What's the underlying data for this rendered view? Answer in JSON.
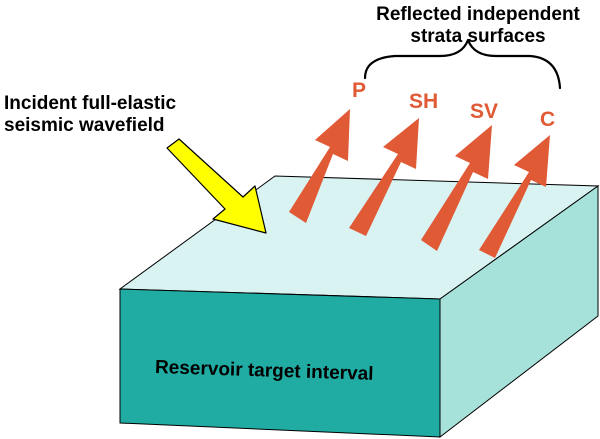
{
  "incident": {
    "line1": "Incident full-elastic",
    "line2": "seismic wavefield"
  },
  "reflected": {
    "line1": "Reflected independent",
    "line2": "strata surfaces"
  },
  "waves": [
    {
      "label": "P"
    },
    {
      "label": "SH"
    },
    {
      "label": "SV"
    },
    {
      "label": "C"
    }
  ],
  "block_label": "Reservoir target interval",
  "colors": {
    "top_face": "#d9f2f2",
    "front_face": "#20aca2",
    "side_face": "#a6e2da",
    "arrow": "#e05a36",
    "incident_arrow": "#ffff00",
    "wave_label": "#e05a36"
  }
}
